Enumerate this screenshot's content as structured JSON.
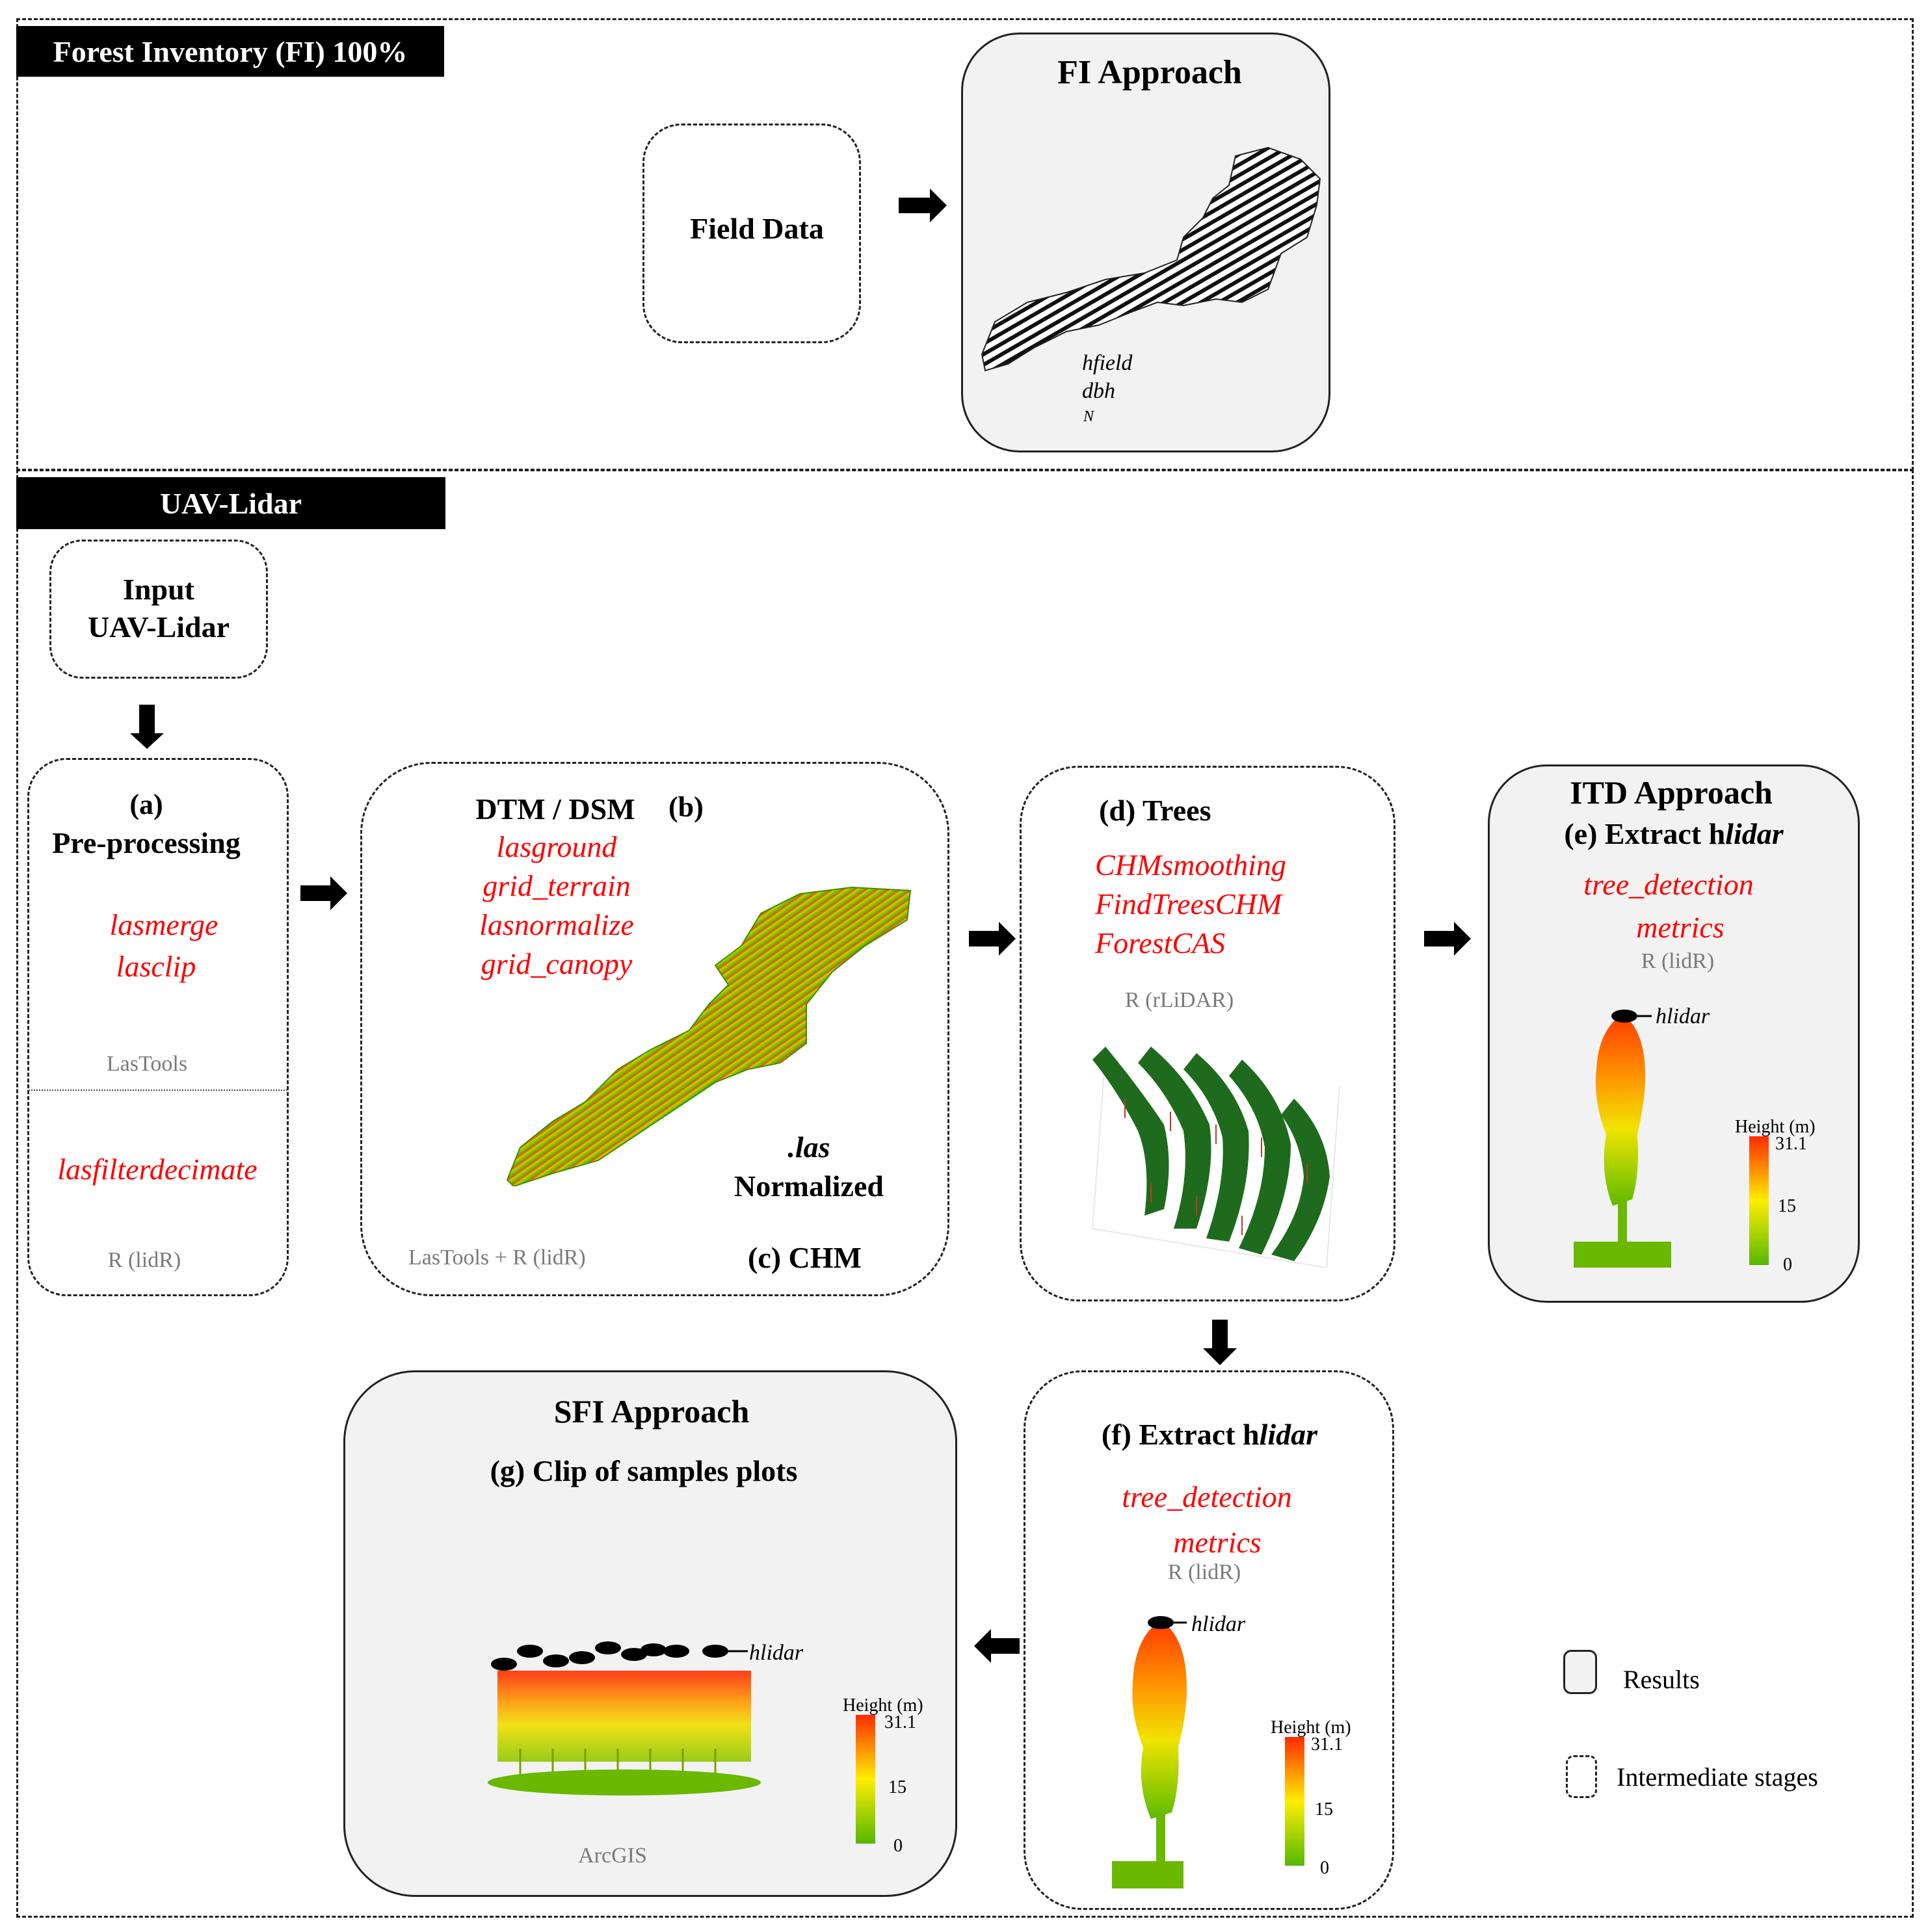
{
  "sections": {
    "fi": {
      "banner": "Forest Inventory (FI) 100%"
    },
    "uav": {
      "banner": "UAV-Lidar"
    }
  },
  "field_data": {
    "label": "Field Data"
  },
  "fi_approach": {
    "title": "FI Approach",
    "vars": [
      "hfield",
      "dbh",
      "N"
    ]
  },
  "input": {
    "line1": "Input",
    "line2": "UAV-Lidar"
  },
  "preprocessing": {
    "letter": "(a)",
    "title": "Pre-processing",
    "tools_a": [
      "lasmerge",
      "lasclip"
    ],
    "software_a": "LasTools",
    "tools_b": [
      "lasfilterdecimate"
    ],
    "software_b": "R (lidR)"
  },
  "dtm": {
    "title": "DTM / DSM",
    "letter": "(b)",
    "tools": [
      "lasground",
      "grid_terrain",
      "lasnormalize",
      "grid_canopy"
    ],
    "las": ".las",
    "normalized": "Normalized",
    "software": "LasTools + R (lidR)",
    "chm": "(c)  CHM"
  },
  "trees": {
    "title": "(d)  Trees",
    "tools": [
      "CHMsmoothing",
      "FindTreesCHM",
      "ForestCAS"
    ],
    "software": "R (rLiDAR)"
  },
  "itd": {
    "title": "ITD Approach",
    "subtitle_prefix": "(e) Extract h",
    "subtitle_italic": "lidar",
    "tools": [
      "tree_detection",
      "metrics"
    ],
    "software": "R (lidR)",
    "hlidar": "hlidar",
    "scale_title": "Height (m)",
    "scale_max": "31.1",
    "scale_mid": "15",
    "scale_min": "0"
  },
  "extract_f": {
    "title_prefix": "(f) Extract h",
    "title_italic": "lidar",
    "tools": [
      "tree_detection",
      "metrics"
    ],
    "software": "R (lidR)",
    "hlidar": "hlidar",
    "scale_title": "Height (m)",
    "scale_max": "31.1",
    "scale_mid": "15",
    "scale_min": "0"
  },
  "sfi": {
    "title": "SFI Approach",
    "subtitle": "(g) Clip of samples plots",
    "software": "ArcGIS",
    "hlidar": "hlidar",
    "scale_title": "Height (m)",
    "scale_max": "31.1",
    "scale_mid": "15",
    "scale_min": "0"
  },
  "legend": {
    "results": "Results",
    "intermediate": "Intermediate stages"
  },
  "colors": {
    "tool_text": "#ff0000",
    "software_text": "#7a7a7a",
    "result_fill": "#f2f2f2",
    "tree_green": "#1e6b1e",
    "ramp_top": "#ff2a00",
    "ramp_mid": "#ffee00",
    "ramp_bottom": "#55b800"
  }
}
